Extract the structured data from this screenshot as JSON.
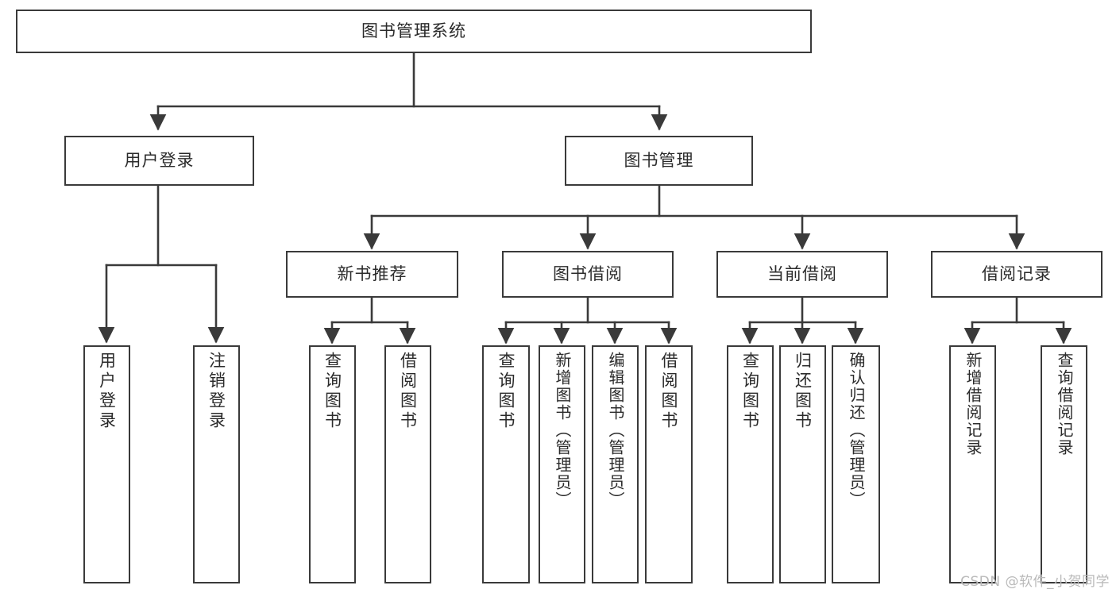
{
  "diagram": {
    "title": "图书管理系统",
    "watermark": "CSDN @软件_小贺同学",
    "line_color": "#3a3a3a",
    "text_color": "#2b2b2b",
    "background": "#ffffff"
  },
  "nodes": {
    "root": {
      "label": "图书管理系统"
    },
    "level1": [
      {
        "label": "用户登录"
      },
      {
        "label": "图书管理"
      }
    ],
    "level2": [
      {
        "label": "新书推荐"
      },
      {
        "label": "图书借阅"
      },
      {
        "label": "当前借阅"
      },
      {
        "label": "借阅记录"
      }
    ],
    "leaves": {
      "user_login": [
        {
          "label": "用户登录"
        },
        {
          "label": "注销登录"
        }
      ],
      "new_books": [
        {
          "label": "查询图书"
        },
        {
          "label": "借阅图书"
        }
      ],
      "book_borrow": [
        {
          "label": "查询图书"
        },
        {
          "label": "新增图书（管理员）"
        },
        {
          "label": "编辑图书（管理员）"
        },
        {
          "label": "借阅图书"
        }
      ],
      "current_borrow": [
        {
          "label": "查询图书"
        },
        {
          "label": "归还图书"
        },
        {
          "label": "确认归还（管理员）"
        }
      ],
      "borrow_records": [
        {
          "label": "新增借阅记录"
        },
        {
          "label": "查询借阅记录"
        }
      ]
    }
  }
}
